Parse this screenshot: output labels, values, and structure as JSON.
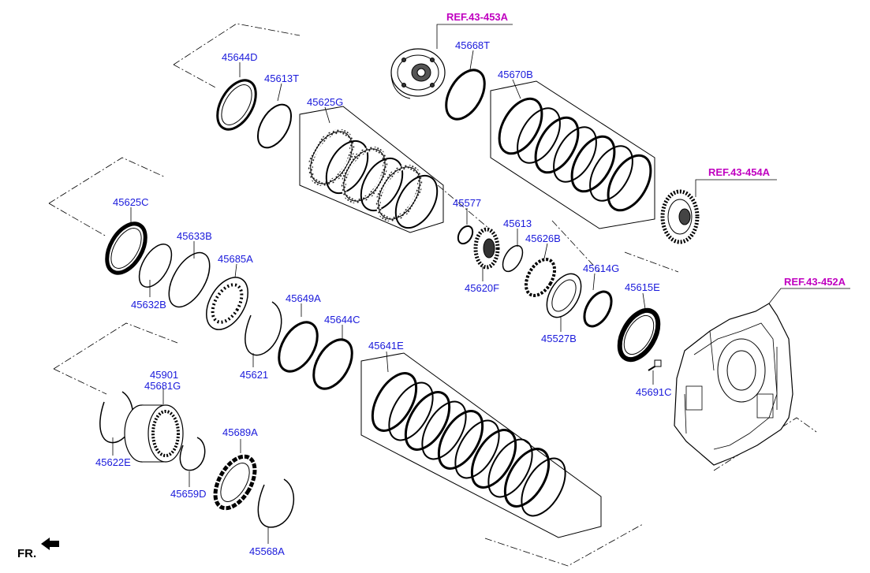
{
  "colors": {
    "label": "#1a1adb",
    "reference": "#c000c0",
    "line": "#000000"
  },
  "references": [
    {
      "id": "ref-453a",
      "text": "REF.43-453A"
    },
    {
      "id": "ref-454a",
      "text": "REF.43-454A"
    },
    {
      "id": "ref-452a",
      "text": "REF.43-452A"
    }
  ],
  "parts": [
    {
      "id": "45644D",
      "text": "45644D"
    },
    {
      "id": "45613T",
      "text": "45613T"
    },
    {
      "id": "45625G",
      "text": "45625G"
    },
    {
      "id": "45668T",
      "text": "45668T"
    },
    {
      "id": "45670B",
      "text": "45670B"
    },
    {
      "id": "45625C",
      "text": "45625C"
    },
    {
      "id": "45633B",
      "text": "45633B"
    },
    {
      "id": "45632B",
      "text": "45632B"
    },
    {
      "id": "45685A",
      "text": "45685A"
    },
    {
      "id": "45649A",
      "text": "45649A"
    },
    {
      "id": "45644C",
      "text": "45644C"
    },
    {
      "id": "45621",
      "text": "45621"
    },
    {
      "id": "45577",
      "text": "45577"
    },
    {
      "id": "45613",
      "text": "45613"
    },
    {
      "id": "45626B",
      "text": "45626B"
    },
    {
      "id": "45620F",
      "text": "45620F"
    },
    {
      "id": "45614G",
      "text": "45614G"
    },
    {
      "id": "45527B",
      "text": "45527B"
    },
    {
      "id": "45615E",
      "text": "45615E"
    },
    {
      "id": "45691C",
      "text": "45691C"
    },
    {
      "id": "45641E",
      "text": "45641E"
    },
    {
      "id": "45901",
      "text": "45901"
    },
    {
      "id": "45681G",
      "text": "45681G"
    },
    {
      "id": "45622E",
      "text": "45622E"
    },
    {
      "id": "45659D",
      "text": "45659D"
    },
    {
      "id": "45689A",
      "text": "45689A"
    },
    {
      "id": "45568A",
      "text": "45568A"
    }
  ],
  "direction_marker": {
    "text": "FR.",
    "icon": "front-arrow-icon"
  }
}
